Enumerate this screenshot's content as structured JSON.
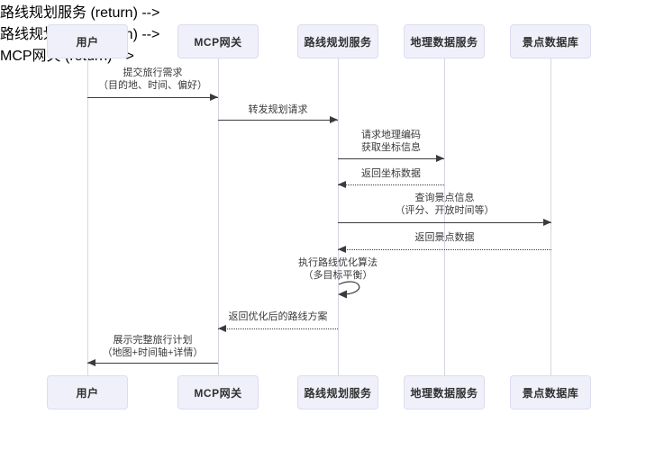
{
  "diagram_type": "sequence-diagram",
  "actors": [
    {
      "label": "用户"
    },
    {
      "label": "MCP网关"
    },
    {
      "label": "路线规划服务"
    },
    {
      "label": "地理数据服务"
    },
    {
      "label": "景点数据库"
    }
  ],
  "messages": [
    {
      "from": "用户",
      "to": "MCP网关",
      "type": "solid",
      "text1": "提交旅行需求",
      "text2": "（目的地、时间、偏好）"
    },
    {
      "from": "MCP网关",
      "to": "路线规划服务",
      "type": "solid",
      "text1": "转发规划请求"
    },
    {
      "from": "路线规划服务",
      "to": "地理数据服务",
      "type": "solid",
      "text1": "请求地理编码",
      "text2": "获取坐标信息"
    },
    {
      "from": "地理数据服务",
      "to": "路线规划服务",
      "type": "dotted-return",
      "text1": "返回坐标数据"
    },
    {
      "from": "路线规划服务",
      "to": "景点数据库",
      "type": "solid",
      "text1": "查询景点信息",
      "text2": "（评分、开放时间等）"
    },
    {
      "from": "景点数据库",
      "to": "路线规划服务",
      "type": "dotted-return",
      "text1": "返回景点数据"
    },
    {
      "from": "路线规划服务",
      "to": "路线规划服务",
      "type": "self-loop",
      "text1": "执行路线优化算法",
      "text2": "（多目标平衡）"
    },
    {
      "from": "路线规划服务",
      "to": "MCP网关",
      "type": "dotted-return",
      "text1": "返回优化后的路线方案"
    },
    {
      "from": "MCP网关",
      "to": "用户",
      "type": "solid",
      "text1": "展示完整旅行计划",
      "text2": "（地图+时间轴+详情）"
    }
  ],
  "colors": {
    "actor_fill": "#f0f0fb",
    "actor_border": "#dcdcf2",
    "arrow": "#3b3b3b",
    "lifeline": "#d6d6e0",
    "label_text": "#3a3a3a",
    "background": "#ffffff"
  }
}
